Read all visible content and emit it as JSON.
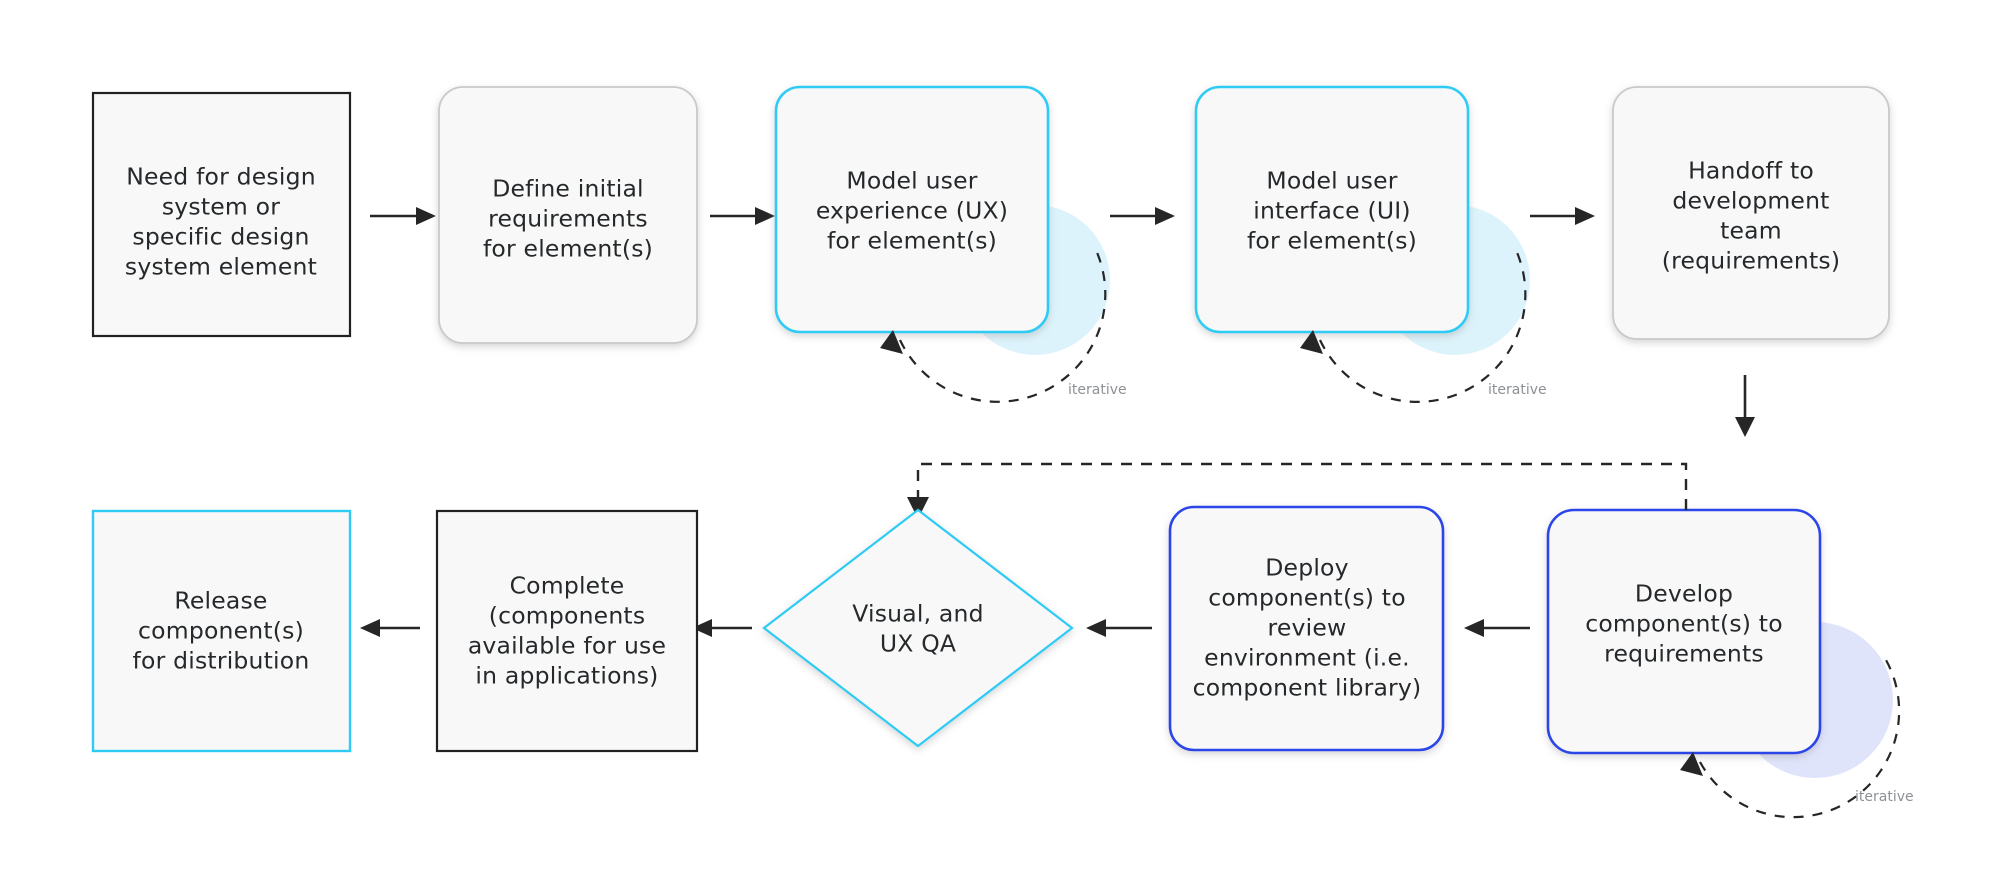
{
  "diagram": {
    "title": "Design system component lifecycle flowchart",
    "colors": {
      "cyan": "#2ecbf5",
      "blue": "#2b44e8",
      "dark": "#212121",
      "gray_border": "#c9c9c9",
      "node_fill": "#f8f8f8",
      "loop_disc_cyan": "#ddf3fb",
      "loop_disc_blue": "#e0e4fb",
      "label_gray": "#8d9196",
      "text": "#26292b",
      "background": "#ffffff"
    },
    "nodes": [
      {
        "id": "need",
        "shape": "rectangle",
        "style": "sharp-dark",
        "lines": [
          "Need for design",
          "system or",
          "specific design",
          "system element"
        ]
      },
      {
        "id": "define",
        "shape": "rounded-rectangle",
        "style": "rounded-gray",
        "lines": [
          "Define initial",
          "requirements",
          "for element(s)"
        ]
      },
      {
        "id": "model-ux",
        "shape": "rounded-rectangle",
        "style": "rounded-cyan",
        "lines": [
          "Model user",
          "experience (UX)",
          "for element(s)"
        ]
      },
      {
        "id": "model-ui",
        "shape": "rounded-rectangle",
        "style": "rounded-cyan",
        "lines": [
          "Model user",
          "interface (UI)",
          "for element(s)"
        ]
      },
      {
        "id": "handoff",
        "shape": "rounded-rectangle",
        "style": "rounded-gray",
        "lines": [
          "Handoff to",
          "development",
          "team",
          "(requirements)"
        ]
      },
      {
        "id": "develop",
        "shape": "rounded-rectangle",
        "style": "rounded-blue",
        "lines": [
          "Develop",
          "component(s) to",
          "requirements"
        ]
      },
      {
        "id": "deploy",
        "shape": "rounded-rectangle",
        "style": "rounded-blue",
        "lines": [
          "Deploy",
          "component(s) to",
          "review",
          "environment (i.e.",
          "component library)"
        ]
      },
      {
        "id": "qa",
        "shape": "diamond",
        "style": "diamond-cyan",
        "lines": [
          "Visual, and",
          "UX QA"
        ]
      },
      {
        "id": "complete",
        "shape": "rectangle",
        "style": "sharp-dark",
        "lines": [
          "Complete",
          "(components",
          "available for use",
          "in applications)"
        ]
      },
      {
        "id": "release",
        "shape": "rectangle",
        "style": "sharp-cyan",
        "lines": [
          "Release",
          "component(s)",
          "for distribution"
        ]
      }
    ],
    "loops": [
      {
        "id": "loop-ux",
        "label": "iterative",
        "attached_to": "model-ux",
        "color": "cyan"
      },
      {
        "id": "loop-ui",
        "label": "iterative",
        "attached_to": "model-ui",
        "color": "cyan"
      },
      {
        "id": "loop-develop",
        "label": "iterative",
        "attached_to": "develop",
        "color": "blue"
      }
    ],
    "connectors": [
      {
        "id": "need-to-define",
        "from": "need",
        "to": "define",
        "style": "solid",
        "direction": "right"
      },
      {
        "id": "define-to-model-ux",
        "from": "define",
        "to": "model-ux",
        "style": "solid",
        "direction": "right"
      },
      {
        "id": "model-ux-to-model-ui",
        "from": "model-ux",
        "to": "model-ui",
        "style": "solid",
        "direction": "right"
      },
      {
        "id": "model-ui-to-handoff",
        "from": "model-ui",
        "to": "handoff",
        "style": "solid",
        "direction": "right"
      },
      {
        "id": "handoff-to-develop",
        "from": "handoff",
        "to": "develop",
        "style": "solid",
        "direction": "down"
      },
      {
        "id": "develop-to-deploy",
        "from": "develop",
        "to": "deploy",
        "style": "solid",
        "direction": "left"
      },
      {
        "id": "deploy-to-qa",
        "from": "deploy",
        "to": "qa",
        "style": "solid",
        "direction": "left"
      },
      {
        "id": "qa-to-complete",
        "from": "qa",
        "to": "complete",
        "style": "solid",
        "direction": "left"
      },
      {
        "id": "complete-to-release",
        "from": "complete",
        "to": "release",
        "style": "solid",
        "direction": "left"
      },
      {
        "id": "develop-back-to-qa",
        "from": "develop",
        "to": "qa",
        "style": "dashed",
        "direction": "down"
      }
    ]
  }
}
